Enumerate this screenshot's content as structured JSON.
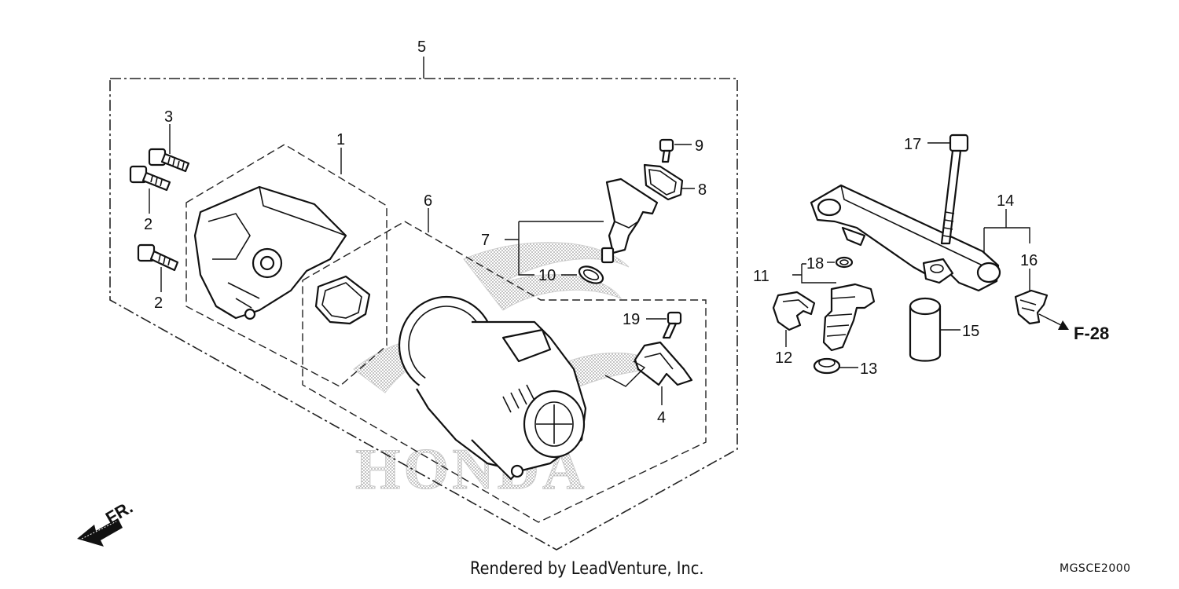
{
  "diagram": {
    "code": "MGSCE2000",
    "credit": "Rendered by LeadVenture, Inc.",
    "watermark_brand": "HONDA",
    "direction_marker": "FR.",
    "page_reference": "F-28",
    "callouts": {
      "c1": "1",
      "c2a": "2",
      "c2b": "2",
      "c3": "3",
      "c4": "4",
      "c5": "5",
      "c6": "6",
      "c7": "7",
      "c8": "8",
      "c9": "9",
      "c10": "10",
      "c11": "11",
      "c12": "12",
      "c13": "13",
      "c14": "14",
      "c15": "15",
      "c16": "16",
      "c17": "17",
      "c18": "18",
      "c19": "19"
    }
  }
}
